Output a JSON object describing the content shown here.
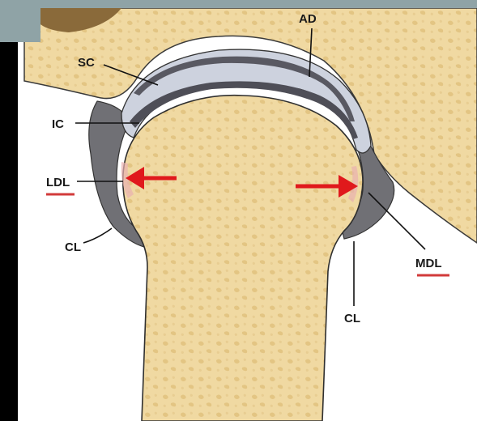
{
  "labels": {
    "ad": "AD",
    "sc": "SC",
    "ic": "IC",
    "ldl": "LDL",
    "cl_left": "CL",
    "cl_right": "CL",
    "mdl": "MDL"
  },
  "colors": {
    "bone": "#f0d9a2",
    "bone_texture": "#e2c27e",
    "disc": "#cfd3df",
    "capsule_dark": "#6e6e74",
    "arrow": "#e0191c",
    "underline": "#d23a3a",
    "frame_top": "#8fa3a6",
    "frame_left": "#000000"
  },
  "icons": [
    "arrow-left-icon",
    "arrow-right-icon"
  ]
}
